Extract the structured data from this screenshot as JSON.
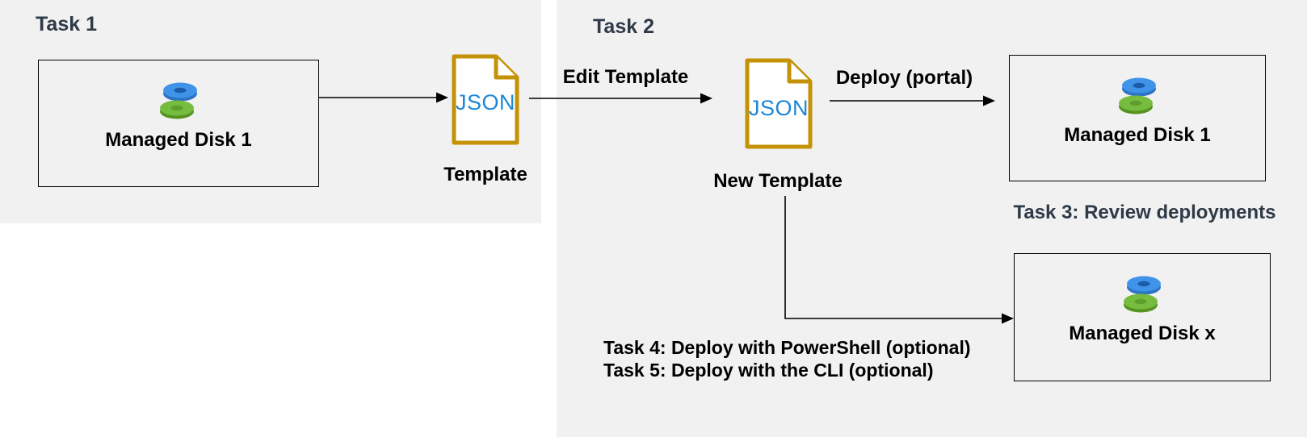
{
  "diagram": {
    "task1": {
      "title": "Task 1",
      "source_node": {
        "label": "Managed Disk 1"
      },
      "file": {
        "text": "JSON",
        "label": "Template"
      }
    },
    "task2": {
      "title": "Task 2",
      "edit_arrow_label": "Edit Template",
      "file": {
        "text": "JSON",
        "label": "New Template"
      },
      "deploy_arrow_label": "Deploy (portal)",
      "deployed_node": {
        "label": "Managed Disk 1"
      }
    },
    "task3": {
      "caption": "Task 3: Review deployments",
      "deployed_node": {
        "label": "Managed Disk x"
      }
    },
    "task45": {
      "line1": "Task 4: Deploy with PowerShell (optional)",
      "line2": "Task 5: Deploy with the CLI (optional)"
    }
  },
  "icons": {
    "disk": "managed-disk-icon",
    "file": "json-file-icon"
  },
  "colors": {
    "panel_bg": "#F1F1F1",
    "heading_text": "#2E3A46",
    "body_text": "#000000",
    "file_border_gold": "#C49206",
    "json_text_blue": "#1E87D6",
    "disk_blue_top": "#3F93E8",
    "disk_blue_side": "#2C74C4",
    "disk_blue_hole": "#1B5CA8",
    "disk_green_top": "#76BC3F",
    "disk_green_side": "#55941F",
    "disk_green_hole": "#5E9E2E",
    "arrow": "#000000"
  }
}
